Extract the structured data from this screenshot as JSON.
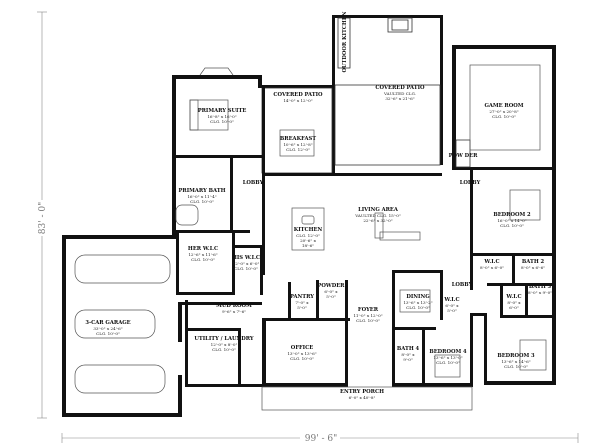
{
  "overall": {
    "width_label": "99' - 6\"",
    "depth_label": "83' - 0\""
  },
  "rooms": {
    "covered_patio_left": {
      "name": "COVERED PATIO",
      "dims": [
        "14'-0\" x 12'-0\""
      ]
    },
    "covered_patio_right": {
      "name": "COVERED PATIO",
      "dims": [
        "VAULTED CLG.",
        "32'-6\" x 21'-6\""
      ]
    },
    "outdoor_kitchen": {
      "name": "OUTDOOR KITCHEN"
    },
    "primary_suite": {
      "name": "PRIMARY SUITE",
      "dims": [
        "16'-8\" x 16'-0\"",
        "CLG. 10'-0\""
      ]
    },
    "breakfast": {
      "name": "BREAKFAST",
      "dims": [
        "10'-6\" x 12'-8\"",
        "CLG. 12'-0\""
      ]
    },
    "game_room": {
      "name": "GAME ROOM",
      "dims": [
        "27'-0\" x 20'-8\"",
        "CLG. 10'-0\""
      ]
    },
    "powder_upper": {
      "name": "POW DER"
    },
    "lobby_left": {
      "name": "LOBBY"
    },
    "lobby_right": {
      "name": "LOBBY"
    },
    "lobby_lower": {
      "name": "LOBBY"
    },
    "primary_bath": {
      "name": "PRIMARY BATH",
      "dims": [
        "16'-0\" x 11'-4\"",
        "CLG. 10'-0\""
      ]
    },
    "living_area": {
      "name": "LIVING AREA",
      "dims": [
        "VAULTED CLG. 15'-0\"",
        "22'-6\" x 32'-0\""
      ]
    },
    "kitchen": {
      "name": "KITCHEN",
      "dims": [
        "CLG. 12'-0\"",
        "20'-6\" x",
        "18'-6\""
      ]
    },
    "bedroom_2": {
      "name": "BEDROOM 2",
      "dims": [
        "16'-0\" x 14'-0\"",
        "CLG. 10'-0\""
      ]
    },
    "her_wic": {
      "name": "HER W.I.C",
      "dims": [
        "12'-6\" x 11'-6\"",
        "CLG. 10'-0\""
      ]
    },
    "his_wic": {
      "name": "HIS W.I.C",
      "dims": [
        "12'-0\" x 6'-0\"",
        "CLG. 10'-0\""
      ]
    },
    "wic_right": {
      "name": "W.I.C",
      "dims": [
        "8'-0\" x 6'-0\""
      ]
    },
    "bath_2": {
      "name": "BATH 2",
      "dims": [
        "8'-0\" x 6'-6\""
      ]
    },
    "bath_3": {
      "name": "BATH 3",
      "dims": [
        "8'-0\" x 9'-0\""
      ]
    },
    "wic_br3": {
      "name": "W.I.C",
      "dims": [
        "8'-0\" x",
        "6'-0\""
      ]
    },
    "garage": {
      "name": "3-CAR GARAGE",
      "dims": [
        "33'-0\" x 24'-6\"",
        "CLG. 10'-0\""
      ]
    },
    "mud_room": {
      "name": "MUD ROOM",
      "dims": [
        "9'-6\" x 7'-6\""
      ]
    },
    "pantry": {
      "name": "PANTRY",
      "dims": [
        "7'-0\" x",
        "5'-0\""
      ]
    },
    "powder_center": {
      "name": "POWDER",
      "dims": [
        "6'-0\" x",
        "5'-0\""
      ]
    },
    "foyer": {
      "name": "FOYER",
      "dims": [
        "11'-0\" x 12'-0\"",
        "CLG. 10'-0\""
      ]
    },
    "dining": {
      "name": "DINING",
      "dims": [
        "13'-6\" x 13'-2\"",
        "CLG. 10'-0\""
      ]
    },
    "wic_center": {
      "name": "W.I.C",
      "dims": [
        "6'-0\" x",
        "5'-0\""
      ]
    },
    "utility": {
      "name": "UTILITY / LAUNDRY",
      "dims": [
        "12'-0\" x 8'-0\"",
        "CLG. 10'-0\""
      ]
    },
    "office": {
      "name": "OFFICE",
      "dims": [
        "13'-0\" x 13'-6\"",
        "CLG. 10'-0\""
      ]
    },
    "bath_4": {
      "name": "BATH 4",
      "dims": [
        "8'-0\" x",
        "9'-0\""
      ]
    },
    "bedroom_4": {
      "name": "BEDROOM 4",
      "dims": [
        "13'-6\" x 13'-0\"",
        "CLG. 10'-0\""
      ]
    },
    "bedroom_3": {
      "name": "BEDROOM 3",
      "dims": [
        "13'-6\" x 14'-6\"",
        "CLG. 10'-0\""
      ]
    },
    "entry_porch": {
      "name": "ENTRY PORCH",
      "dims": [
        "6'-0\" x 40'-8\""
      ]
    }
  }
}
